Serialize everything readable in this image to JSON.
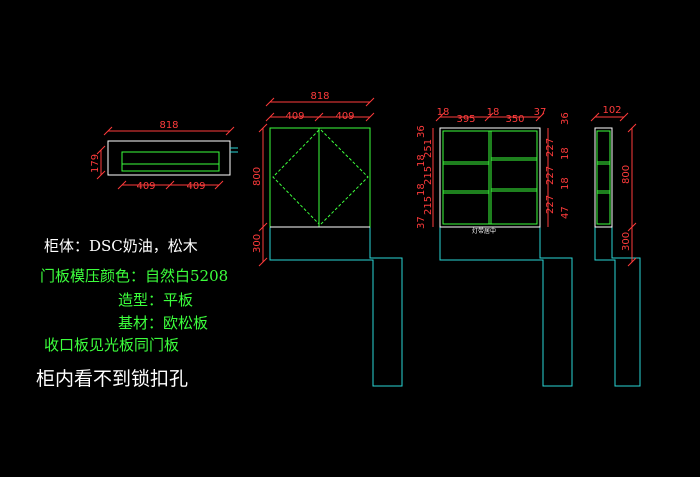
{
  "dims": {
    "top_width": "818",
    "top_depth": "179",
    "top_split_left": "409",
    "top_split_right": "409",
    "front_width": "818",
    "front_split_left": "409",
    "front_split_right": "409",
    "front_height": "800",
    "front_base": "300",
    "inner_l": "18",
    "inner_left_w": "395",
    "inner_mid": "18",
    "inner_right_w": "350",
    "inner_r": "37",
    "inner_top_side": "36",
    "inner_right_top": "36",
    "row1_l": "251",
    "row_gap1_l": "18",
    "row2_l": "215",
    "row_gap2_l": "18",
    "row3_l": "215",
    "bottom_l": "37",
    "row1_r": "227",
    "row_gap1_r": "18",
    "row2_r": "227",
    "row_gap2_r": "18",
    "row3_r": "227",
    "bottom_r": "47",
    "side_depth": "102",
    "side_height": "800",
    "side_base": "300"
  },
  "small_label": "灯带居中",
  "notes": {
    "line1": "柜体：DSC奶油，松木",
    "line2": "门板模压颜色：自然白5208",
    "line3": "造型：平板",
    "line4": "基材：欧松板",
    "line5": "收口板见光板同门板",
    "line6": "柜内看不到锁扣孔"
  },
  "colors": {
    "background": "#000000",
    "dimension": "#ff3b3b",
    "cabinet": "#3cff3c",
    "wall": "#2ad6d6",
    "hatch": "#ffffff"
  }
}
